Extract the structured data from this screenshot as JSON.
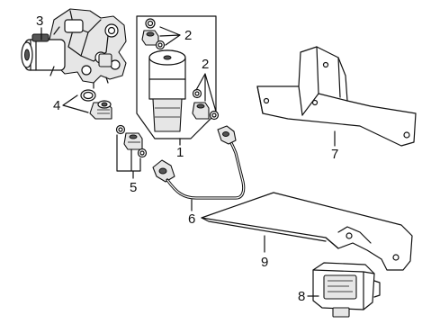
{
  "callouts": {
    "c1": "1",
    "c2a": "2",
    "c2b": "2",
    "c3": "3",
    "c4": "4",
    "c5": "5",
    "c6": "6",
    "c7": "7",
    "c8": "8",
    "c9": "9"
  }
}
